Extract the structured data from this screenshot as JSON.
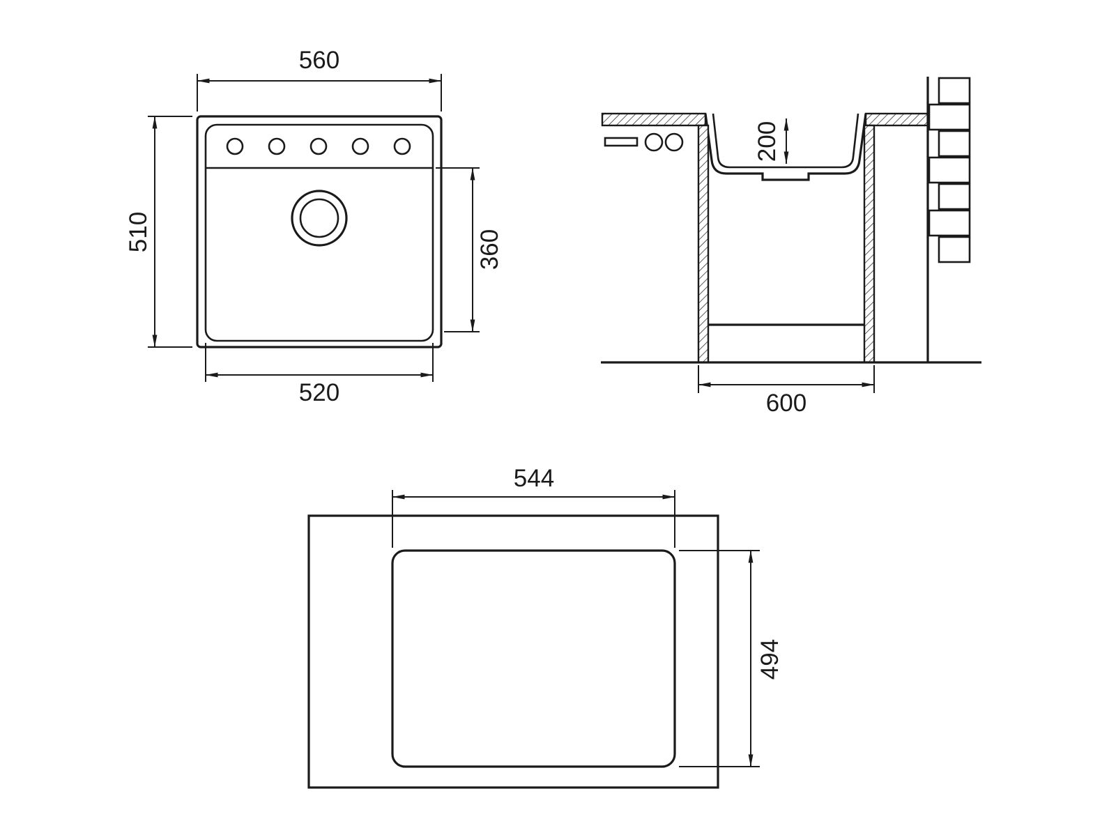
{
  "drawing": {
    "background_color": "#ffffff",
    "line_color": "#1a1a1a",
    "top_view": {
      "outer_width": "560",
      "outer_depth": "510",
      "bowl_width": "520",
      "bowl_depth": "360"
    },
    "section_view": {
      "bowl_depth": "200",
      "cabinet_width": "600"
    },
    "cutout_view": {
      "cutout_width": "544",
      "cutout_depth": "494"
    }
  }
}
